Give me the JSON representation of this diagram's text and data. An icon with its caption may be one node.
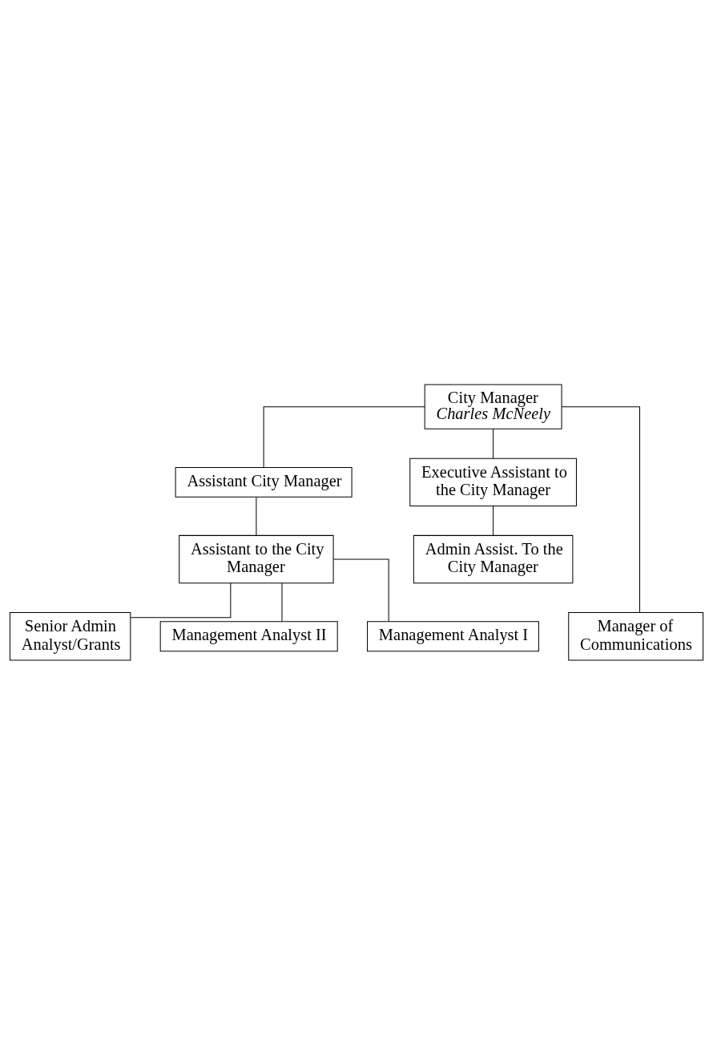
{
  "diagram": {
    "nodes": [
      {
        "text": [
          "City Manager",
          "Charles McNeely"
        ]
      },
      {
        "text": [
          "Assistant City Manager"
        ]
      },
      {
        "text": [
          "Executive Assistant to the City Manager"
        ]
      },
      {
        "text": [
          "Assistant to the City Manager"
        ]
      },
      {
        "text": [
          "Admin Assist. To the City Manager"
        ]
      },
      {
        "text": [
          "Senior Admin Analyst/Grants"
        ]
      },
      {
        "text": [
          "Manager of Communications"
        ]
      },
      {
        "text": [
          "Management Analyst II"
        ]
      },
      {
        "text": [
          "Management Analyst I"
        ]
      }
    ],
    "edges": [
      {
        "from": 0,
        "to": 1,
        "arrow": "none"
      },
      {
        "from": 0,
        "to": 2,
        "arrow": "none"
      },
      {
        "from": 0,
        "to": 6,
        "arrow": "none"
      },
      {
        "from": 1,
        "to": 3,
        "arrow": "none"
      },
      {
        "from": 2,
        "to": 4,
        "arrow": "none"
      },
      {
        "from": 3,
        "to": 5,
        "arrow": "none"
      },
      {
        "from": 3,
        "to": 7,
        "arrow": "none"
      },
      {
        "from": 3,
        "to": 8,
        "arrow": "none"
      }
    ]
  }
}
